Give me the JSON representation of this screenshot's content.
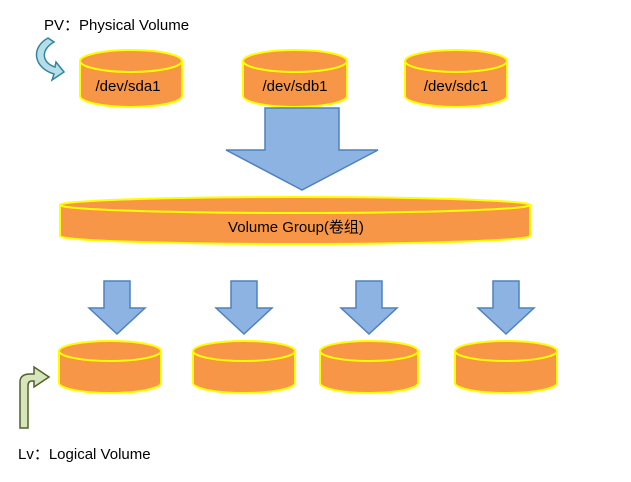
{
  "pv_label": "PV：Physical Volume",
  "lv_label": "Lv：Logical Volume",
  "physical_volumes": [
    "/dev/sda1",
    "/dev/sdb1",
    "/dev/sdc1"
  ],
  "volume_group_label": "Volume Group(卷组)",
  "logical_volume_count": 4,
  "colors": {
    "cylinder_fill": "#F79646",
    "cylinder_stroke": "#FFFF00",
    "arrow_fill": "#8DB3E2",
    "arrow_stroke": "#4F81BD",
    "curved_arrow_fill": "#B7DEE8",
    "curved_arrow_stroke": "#31859C",
    "lv_arrow_fill": "#D7E4BD",
    "lv_arrow_stroke": "#4F6228"
  }
}
